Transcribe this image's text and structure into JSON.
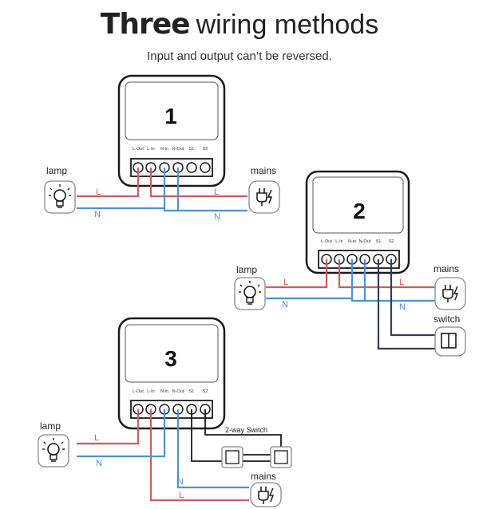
{
  "header": {
    "title_bold": "Three",
    "title_rest": "wiring methods",
    "subtitle": "Input and output can’t be reversed."
  },
  "terminal_labels": [
    "L-Out",
    "L-In",
    "N-in",
    "N-Out",
    "S1",
    "S2"
  ],
  "methods": [
    {
      "number": "1",
      "lamp_label": "lamp",
      "mains_label": "mains",
      "live": "L",
      "neutral": "N"
    },
    {
      "number": "2",
      "lamp_label": "lamp",
      "mains_label": "mains",
      "switch_label": "switch",
      "live": "L",
      "neutral": "N"
    },
    {
      "number": "3",
      "lamp_label": "lamp",
      "mains_label": "mains",
      "switch_label": "2-way Switch",
      "live": "L",
      "neutral": "N"
    }
  ],
  "colors": {
    "live": "#d9585c",
    "neutral": "#4f8fe0",
    "switch_wire": "#2f3e58",
    "outline": "#1a1a1a"
  },
  "icons": [
    "lightbulb-icon",
    "power-plug-icon",
    "wall-switch-icon",
    "two-way-switch-icon"
  ]
}
